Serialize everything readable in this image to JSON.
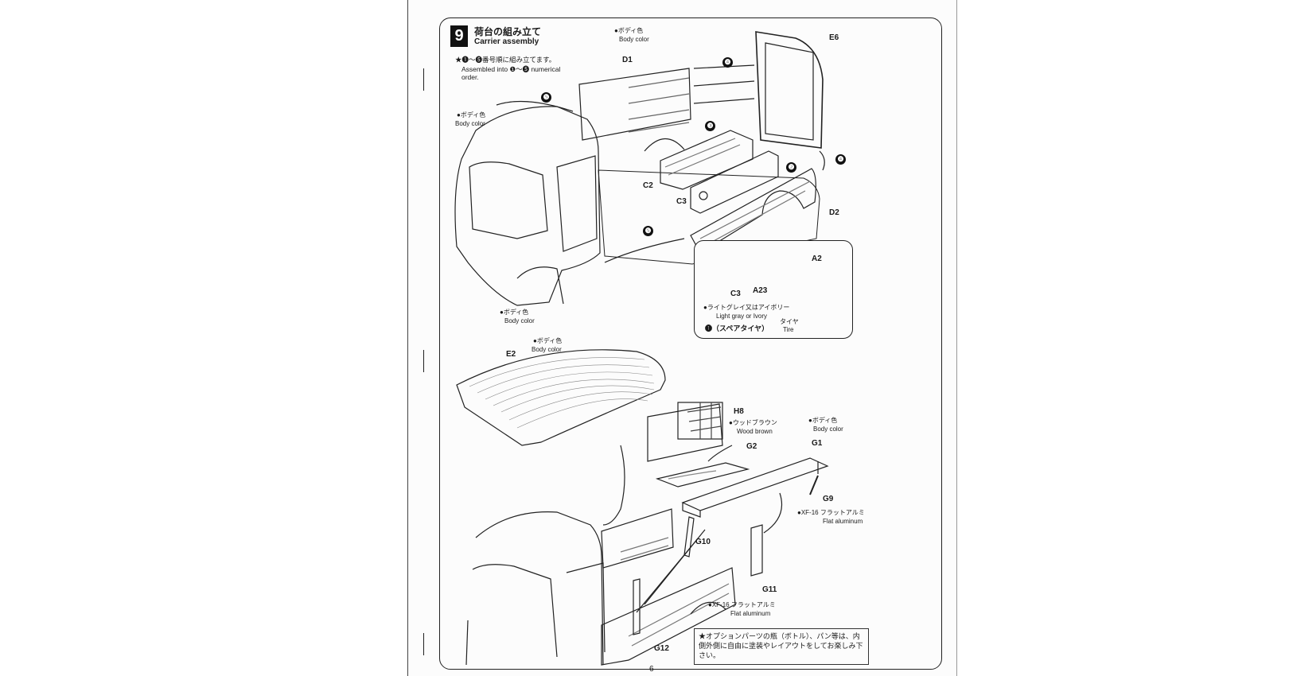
{
  "step": {
    "number": "9",
    "title_jp": "荷台の組み立て",
    "title_en": "Carrier assembly",
    "order_note_jp": "★❶〜❺番号順に組み立てます。",
    "order_note_en": "Assembled into ❶〜❺ numerical order."
  },
  "paint": {
    "body_jp": "●ボディ色",
    "body_en": "Body color",
    "wood_jp": "●ウッドブラウン",
    "wood_en": "Wood brown",
    "flat_jp": "●XF-16 フラットアルミ",
    "flat_en": "Flat aluminum",
    "light_jp": "●ライトグレイ又はアイボリー",
    "light_en": "Light gray or Ivory"
  },
  "parts": {
    "d1": "D1",
    "e6": "E6",
    "c2": "C2",
    "c3": "C3",
    "d2": "D2",
    "a2": "A2",
    "a23": "A23",
    "c3b": "C3",
    "e2": "E2",
    "h8": "H8",
    "g2": "G2",
    "g1": "G1",
    "g9": "G9",
    "g10": "G10",
    "g11": "G11",
    "g12": "G12"
  },
  "steps": {
    "s1": "❶",
    "s2": "❷",
    "s3": "❸",
    "s4": "❹",
    "s5": "❺"
  },
  "inset": {
    "tire_jp": "タイヤ",
    "tire_en": "Tire",
    "caption": "❶（スペアタイヤ）"
  },
  "footer_note": "★オプションパーツの瓶（ボトル）、パン等は、内側外側に自由に塗装やレイアウトをしてお楽しみ下さい。",
  "page_number": "6",
  "colors": {
    "ink": "#1a1a1a",
    "paper": "#fcfcfc"
  }
}
